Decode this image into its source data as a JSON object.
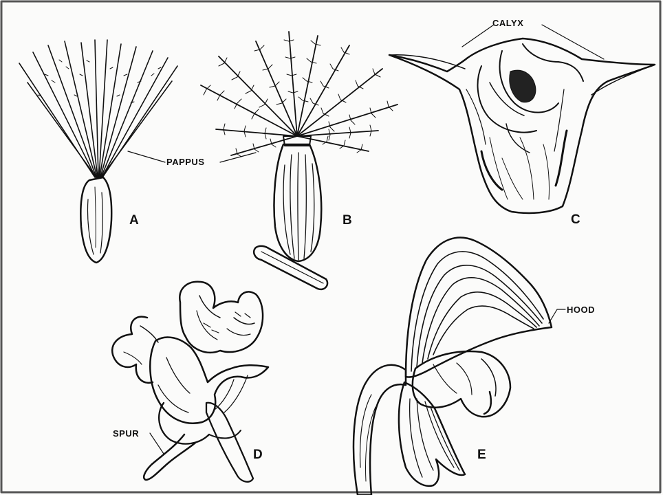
{
  "labels": {
    "pappus": "PAPPUS",
    "calyx": "CALYX",
    "hood": "HOOD",
    "spur": "SPUR"
  },
  "figures": [
    {
      "letter": "A",
      "icon": "dandelion-seed-icon"
    },
    {
      "letter": "B",
      "icon": "feathery-pappus-seed-icon"
    },
    {
      "letter": "C",
      "icon": "winged-calyx-fruit-icon"
    },
    {
      "letter": "D",
      "icon": "spurred-flower-icon"
    },
    {
      "letter": "E",
      "icon": "hooded-flower-icon"
    }
  ],
  "colors": {
    "ink": "#111111",
    "paper": "#fbfbfa",
    "frame": "#555555"
  }
}
